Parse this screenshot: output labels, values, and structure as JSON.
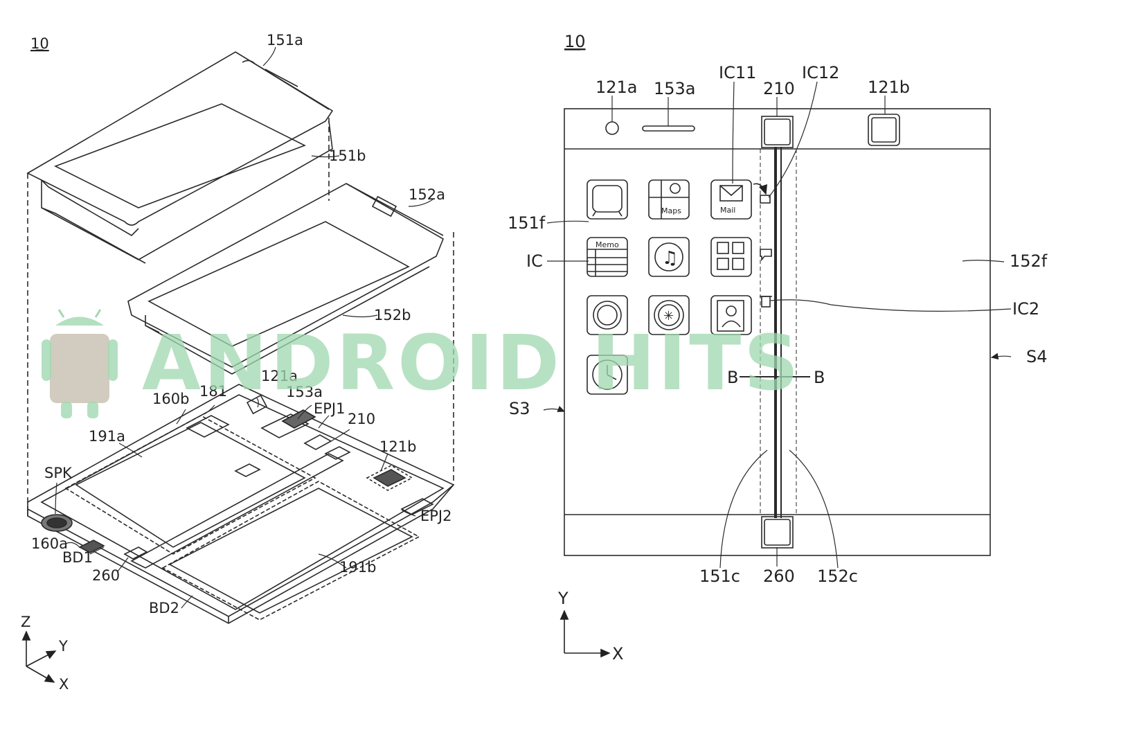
{
  "left_figure": {
    "ref": "10",
    "labels": [
      "151a",
      "151b",
      "152a",
      "152b",
      "181",
      "121a",
      "160b",
      "153a",
      "EPJ1",
      "210",
      "191a",
      "121b",
      "SPK",
      "EPJ2",
      "160a",
      "BD1",
      "260",
      "191b",
      "BD2"
    ],
    "axes": {
      "z": "Z",
      "y": "Y",
      "x": "X"
    }
  },
  "right_figure": {
    "ref": "10",
    "top_labels": {
      "mic": "121a",
      "speaker": "153a",
      "ic11": "IC11",
      "hinge_top": "210",
      "ic12": "IC12",
      "camera": "121b"
    },
    "side_labels": {
      "display_left": "151f",
      "icon": "IC",
      "display_right": "152f",
      "ic2": "IC2",
      "side_left": "S3",
      "side_right": "S4",
      "section_left": "B",
      "section_right": "B"
    },
    "bottom_labels": {
      "edge_left": "151c",
      "hinge_bottom": "260",
      "edge_right": "152c"
    },
    "app_icons": {
      "maps": "Maps",
      "mail": "Mail",
      "memo": "Memo"
    },
    "axes": {
      "y": "Y",
      "x": "X"
    }
  },
  "watermark": "ANDROID HITS",
  "colors": {
    "line": "#2a2a2a",
    "watermark": "#9fd8b0",
    "mascot": "#c9c3b4"
  }
}
